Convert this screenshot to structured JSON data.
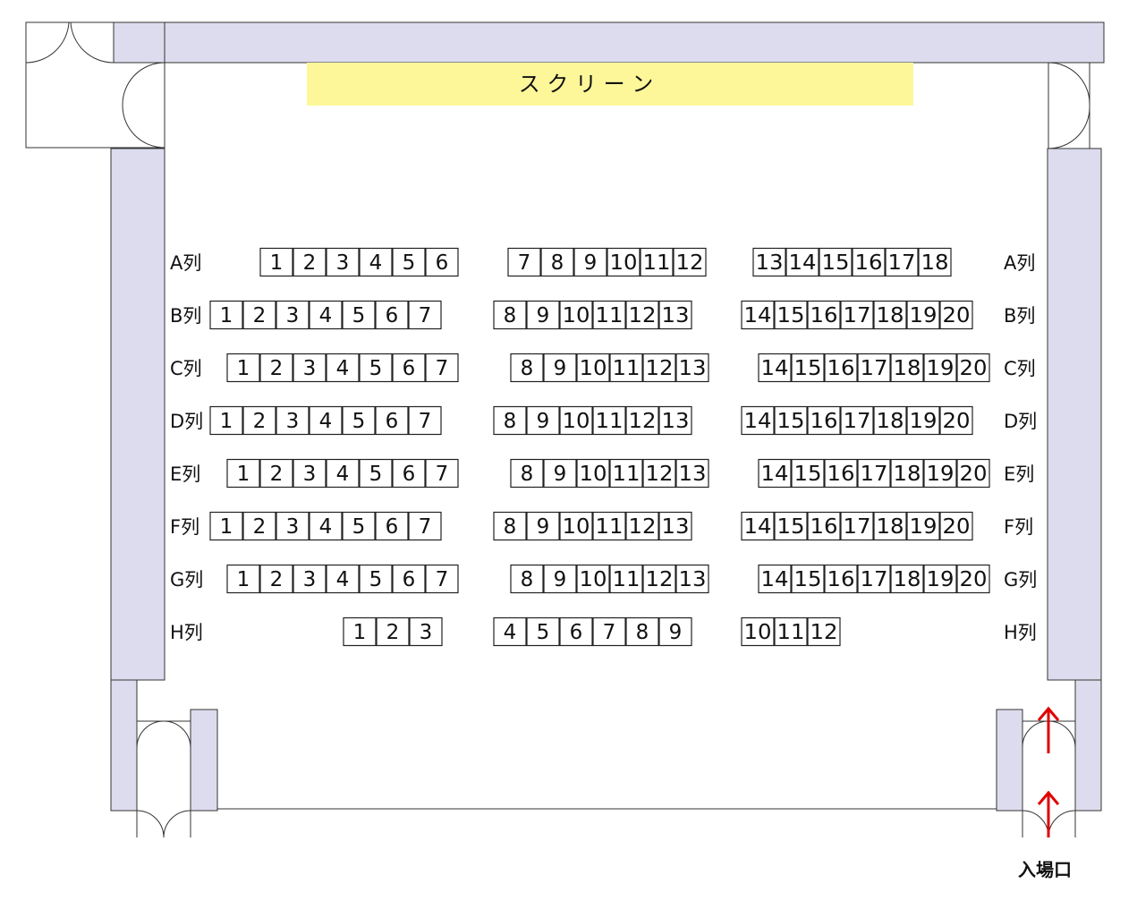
{
  "screen": {
    "label": "ス ク リ ー ン",
    "color": "#fdf79a"
  },
  "wall_color": "#dcdcee",
  "arrow_color": "#e00000",
  "entrance": {
    "label": "入場口"
  },
  "rows": [
    {
      "label": "A列",
      "blocks": [
        [
          "1",
          "2",
          "3",
          "4",
          "5",
          "6"
        ],
        [
          "7",
          "8",
          "9",
          "10",
          "11",
          "12"
        ],
        [
          "13",
          "14",
          "15",
          "16",
          "17",
          "18"
        ]
      ]
    },
    {
      "label": "B列",
      "blocks": [
        [
          "1",
          "2",
          "3",
          "4",
          "5",
          "6",
          "7"
        ],
        [
          "8",
          "9",
          "10",
          "11",
          "12",
          "13"
        ],
        [
          "14",
          "15",
          "16",
          "17",
          "18",
          "19",
          "20"
        ]
      ]
    },
    {
      "label": "C列",
      "blocks": [
        [
          "1",
          "2",
          "3",
          "4",
          "5",
          "6",
          "7"
        ],
        [
          "8",
          "9",
          "10",
          "11",
          "12",
          "13"
        ],
        [
          "14",
          "15",
          "16",
          "17",
          "18",
          "19",
          "20"
        ]
      ]
    },
    {
      "label": "D列",
      "blocks": [
        [
          "1",
          "2",
          "3",
          "4",
          "5",
          "6",
          "7"
        ],
        [
          "8",
          "9",
          "10",
          "11",
          "12",
          "13"
        ],
        [
          "14",
          "15",
          "16",
          "17",
          "18",
          "19",
          "20"
        ]
      ]
    },
    {
      "label": "E列",
      "blocks": [
        [
          "1",
          "2",
          "3",
          "4",
          "5",
          "6",
          "7"
        ],
        [
          "8",
          "9",
          "10",
          "11",
          "12",
          "13"
        ],
        [
          "14",
          "15",
          "16",
          "17",
          "18",
          "19",
          "20"
        ]
      ]
    },
    {
      "label": "F列",
      "blocks": [
        [
          "1",
          "2",
          "3",
          "4",
          "5",
          "6",
          "7"
        ],
        [
          "8",
          "9",
          "10",
          "11",
          "12",
          "13"
        ],
        [
          "14",
          "15",
          "16",
          "17",
          "18",
          "19",
          "20"
        ]
      ]
    },
    {
      "label": "G列",
      "blocks": [
        [
          "1",
          "2",
          "3",
          "4",
          "5",
          "6",
          "7"
        ],
        [
          "8",
          "9",
          "10",
          "11",
          "12",
          "13"
        ],
        [
          "14",
          "15",
          "16",
          "17",
          "18",
          "19",
          "20"
        ]
      ]
    },
    {
      "label": "H列",
      "blocks": [
        [
          "1",
          "2",
          "3"
        ],
        [
          "4",
          "5",
          "6",
          "7",
          "8",
          "9"
        ],
        [
          "10",
          "11",
          "12"
        ]
      ]
    }
  ]
}
